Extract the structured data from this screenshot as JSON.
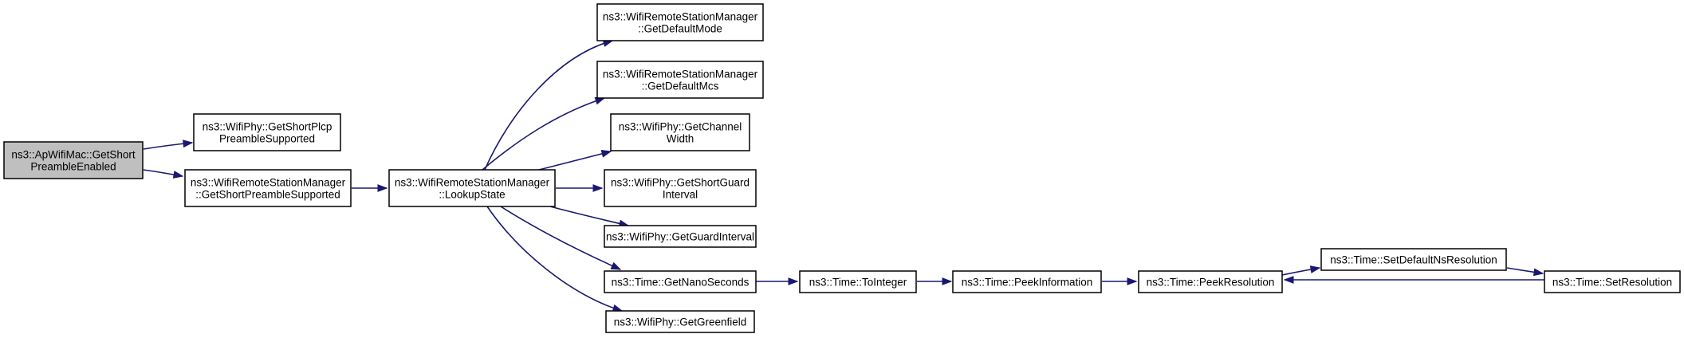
{
  "graph": {
    "edge_color": "#191970",
    "root_fill": "#bfbfbf",
    "nodes": [
      {
        "id": "n0",
        "lines": [
          "ns3::ApWifiMac::GetShort",
          "PreambleEnabled"
        ],
        "root": true
      },
      {
        "id": "n1",
        "lines": [
          "ns3::WifiPhy::GetShortPlcp",
          "PreambleSupported"
        ]
      },
      {
        "id": "n2",
        "lines": [
          "ns3::WifiRemoteStationManager",
          "::GetShortPreambleSupported"
        ]
      },
      {
        "id": "n3",
        "lines": [
          "ns3::WifiRemoteStationManager",
          "::LookupState"
        ]
      },
      {
        "id": "n4",
        "lines": [
          "ns3::WifiRemoteStationManager",
          "::GetDefaultMode"
        ]
      },
      {
        "id": "n5",
        "lines": [
          "ns3::WifiRemoteStationManager",
          "::GetDefaultMcs"
        ]
      },
      {
        "id": "n6",
        "lines": [
          "ns3::WifiPhy::GetChannel",
          "Width"
        ]
      },
      {
        "id": "n7",
        "lines": [
          "ns3::WifiPhy::GetShortGuard",
          "Interval"
        ]
      },
      {
        "id": "n8",
        "lines": [
          "ns3::WifiPhy::GetGuardInterval"
        ]
      },
      {
        "id": "n9",
        "lines": [
          "ns3::Time::GetNanoSeconds"
        ]
      },
      {
        "id": "n10",
        "lines": [
          "ns3::WifiPhy::GetGreenfield"
        ]
      },
      {
        "id": "n11",
        "lines": [
          "ns3::Time::ToInteger"
        ]
      },
      {
        "id": "n12",
        "lines": [
          "ns3::Time::PeekInformation"
        ]
      },
      {
        "id": "n13",
        "lines": [
          "ns3::Time::PeekResolution"
        ]
      },
      {
        "id": "n14",
        "lines": [
          "ns3::Time::SetDefaultNsResolution"
        ]
      },
      {
        "id": "n15",
        "lines": [
          "ns3::Time::SetResolution"
        ]
      }
    ],
    "edges": [
      {
        "from": "n0",
        "to": "n1"
      },
      {
        "from": "n0",
        "to": "n2"
      },
      {
        "from": "n2",
        "to": "n3"
      },
      {
        "from": "n3",
        "to": "n4"
      },
      {
        "from": "n3",
        "to": "n5"
      },
      {
        "from": "n3",
        "to": "n6"
      },
      {
        "from": "n3",
        "to": "n7"
      },
      {
        "from": "n3",
        "to": "n8"
      },
      {
        "from": "n3",
        "to": "n9"
      },
      {
        "from": "n3",
        "to": "n10"
      },
      {
        "from": "n9",
        "to": "n11"
      },
      {
        "from": "n11",
        "to": "n12"
      },
      {
        "from": "n12",
        "to": "n13"
      },
      {
        "from": "n13",
        "to": "n14"
      },
      {
        "from": "n14",
        "to": "n15"
      },
      {
        "from": "n15",
        "to": "n13"
      }
    ]
  }
}
